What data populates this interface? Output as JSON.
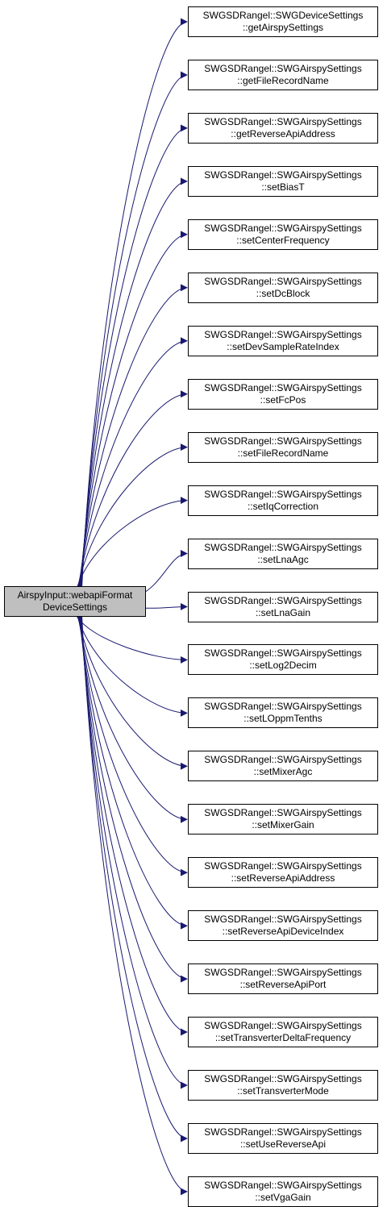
{
  "colors": {
    "edge": "#191970",
    "source_fill": "#bfbfbf",
    "target_fill": "#ffffff",
    "border": "#000000"
  },
  "source": {
    "line1": "AirspyInput::webapiFormat",
    "line2": "DeviceSettings"
  },
  "targets": [
    {
      "line1": "SWGSDRangel::SWGDeviceSettings",
      "line2": "::getAirspySettings"
    },
    {
      "line1": "SWGSDRangel::SWGAirspySettings",
      "line2": "::getFileRecordName"
    },
    {
      "line1": "SWGSDRangel::SWGAirspySettings",
      "line2": "::getReverseApiAddress"
    },
    {
      "line1": "SWGSDRangel::SWGAirspySettings",
      "line2": "::setBiasT"
    },
    {
      "line1": "SWGSDRangel::SWGAirspySettings",
      "line2": "::setCenterFrequency"
    },
    {
      "line1": "SWGSDRangel::SWGAirspySettings",
      "line2": "::setDcBlock"
    },
    {
      "line1": "SWGSDRangel::SWGAirspySettings",
      "line2": "::setDevSampleRateIndex"
    },
    {
      "line1": "SWGSDRangel::SWGAirspySettings",
      "line2": "::setFcPos"
    },
    {
      "line1": "SWGSDRangel::SWGAirspySettings",
      "line2": "::setFileRecordName"
    },
    {
      "line1": "SWGSDRangel::SWGAirspySettings",
      "line2": "::setIqCorrection"
    },
    {
      "line1": "SWGSDRangel::SWGAirspySettings",
      "line2": "::setLnaAgc"
    },
    {
      "line1": "SWGSDRangel::SWGAirspySettings",
      "line2": "::setLnaGain"
    },
    {
      "line1": "SWGSDRangel::SWGAirspySettings",
      "line2": "::setLog2Decim"
    },
    {
      "line1": "SWGSDRangel::SWGAirspySettings",
      "line2": "::setLOppmTenths"
    },
    {
      "line1": "SWGSDRangel::SWGAirspySettings",
      "line2": "::setMixerAgc"
    },
    {
      "line1": "SWGSDRangel::SWGAirspySettings",
      "line2": "::setMixerGain"
    },
    {
      "line1": "SWGSDRangel::SWGAirspySettings",
      "line2": "::setReverseApiAddress"
    },
    {
      "line1": "SWGSDRangel::SWGAirspySettings",
      "line2": "::setReverseApiDeviceIndex"
    },
    {
      "line1": "SWGSDRangel::SWGAirspySettings",
      "line2": "::setReverseApiPort"
    },
    {
      "line1": "SWGSDRangel::SWGAirspySettings",
      "line2": "::setTransverterDeltaFrequency"
    },
    {
      "line1": "SWGSDRangel::SWGAirspySettings",
      "line2": "::setTransverterMode"
    },
    {
      "line1": "SWGSDRangel::SWGAirspySettings",
      "line2": "::setUseReverseApi"
    },
    {
      "line1": "SWGSDRangel::SWGAirspySettings",
      "line2": "::setVgaGain"
    }
  ]
}
